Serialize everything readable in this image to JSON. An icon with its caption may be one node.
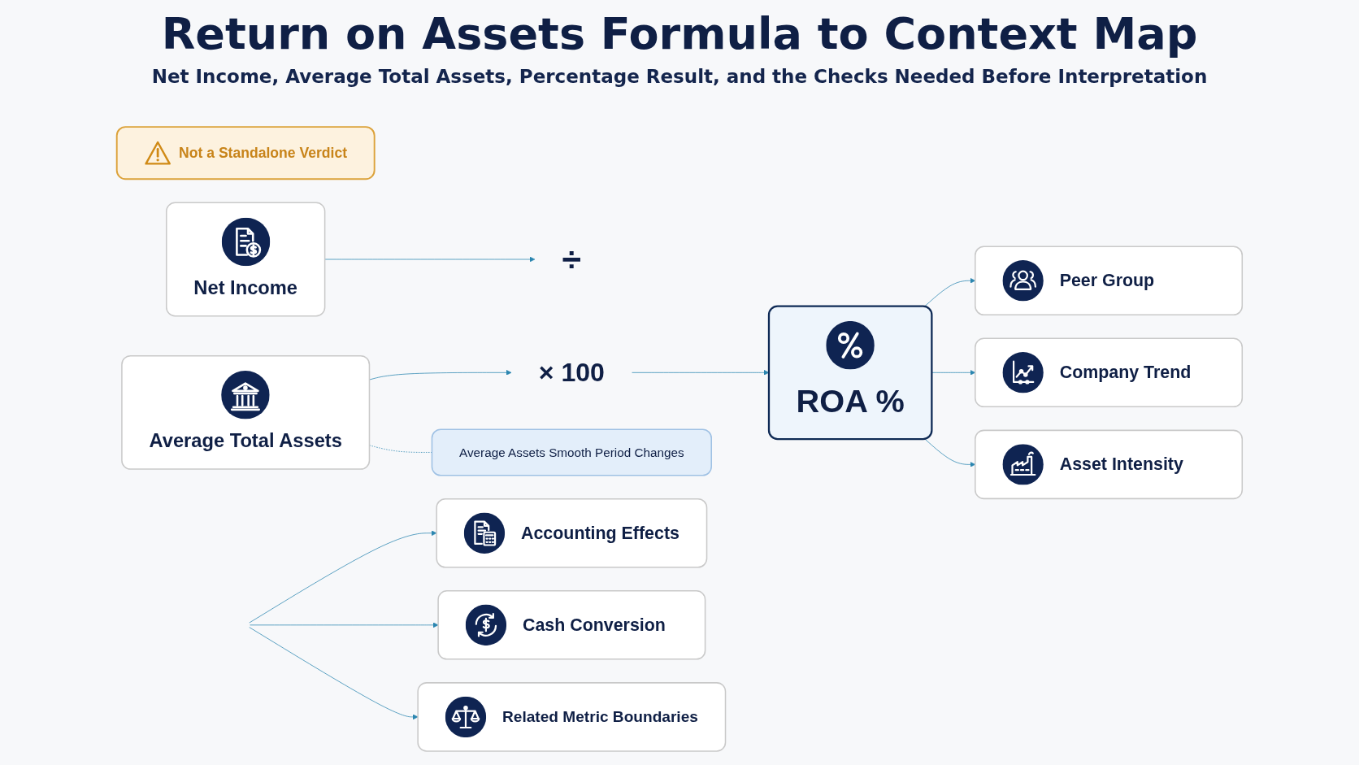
{
  "diagram": {
    "title": "Return on Assets Formula to Context Map",
    "nodes": [
      {
        "text": [
          "Net Income"
        ]
      },
      {
        "text": [
          "÷"
        ]
      },
      {
        "text": [
          "Average Total Assets"
        ]
      },
      {
        "text": [
          "× 100"
        ]
      },
      {
        "text": [
          "ROA %"
        ]
      },
      {
        "text": [
          "Average Assets Smooth Period Changes"
        ]
      },
      {
        "text": [
          "Peer Group"
        ]
      },
      {
        "text": [
          "Company Trend"
        ]
      },
      {
        "text": [
          "Asset Intensity"
        ]
      },
      {
        "text": [
          "Accounting Effects"
        ]
      },
      {
        "text": [
          "Cash Conversion"
        ]
      },
      {
        "text": [
          "Related Metric Boundaries"
        ]
      },
      {
        "text": [
          "Not a Standalone Verdict"
        ]
      }
    ],
    "edges": [
      {
        "from": 0,
        "to": 1,
        "arrow": "to"
      },
      {
        "from": 2,
        "to": 3,
        "arrow": "to"
      },
      {
        "from": 3,
        "to": 4,
        "arrow": "to"
      },
      {
        "from": 2,
        "to": 5,
        "arrow": "none",
        "style": "dashed"
      },
      {
        "from": 4,
        "to": 6,
        "arrow": "to"
      },
      {
        "from": 4,
        "to": 7,
        "arrow": "to"
      },
      {
        "from": 4,
        "to": 8,
        "arrow": "to"
      },
      {
        "from": null,
        "to": 9,
        "arrow": "to"
      },
      {
        "from": null,
        "to": 10,
        "arrow": "to"
      },
      {
        "from": null,
        "to": 11,
        "arrow": "to"
      }
    ],
    "labels": [
      "Net Income, Average Total Assets, Percentage Result, and the Checks Needed Before Interpretation"
    ]
  }
}
